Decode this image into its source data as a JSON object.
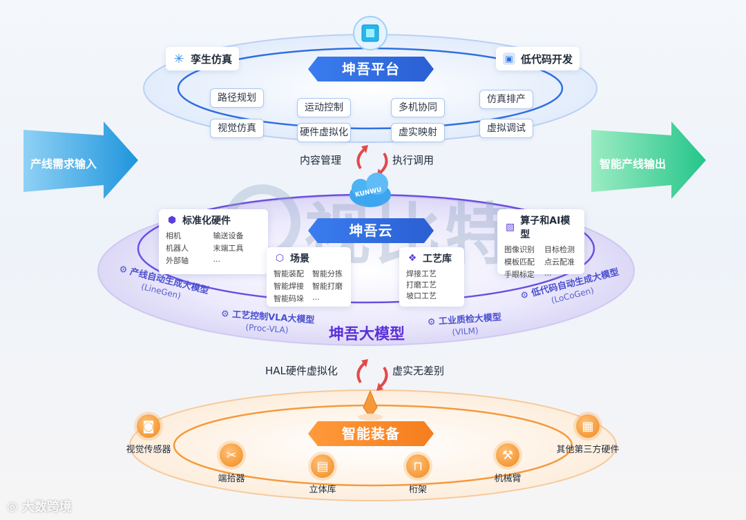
{
  "platform": {
    "title": "坤吾平台",
    "left_tag": "孪生仿真",
    "right_tag": "低代码开发",
    "features": [
      "路径规划",
      "运动控制",
      "多机协同",
      "仿真排产",
      "视觉仿真",
      "硬件虚拟化",
      "虚实映射",
      "虚拟调试"
    ]
  },
  "flow1": {
    "left": "内容管理",
    "right": "执行调用"
  },
  "input_arrow": "产线需求输入",
  "output_arrow": "智能产线输出",
  "cloud": {
    "title": "坤吾云",
    "cloud_logo": "KUNWU",
    "hardware": {
      "title": "标准化硬件",
      "items": [
        "相机",
        "输送设备",
        "机器人",
        "末端工具",
        "外部轴",
        "..."
      ]
    },
    "scene": {
      "title": "场景",
      "items": [
        "智能装配",
        "智能分拣",
        "智能焊接",
        "智能打磨",
        "智能码垛",
        "..."
      ]
    },
    "process": {
      "title": "工艺库",
      "items": [
        "焊接工艺",
        "打磨工艺",
        "坡口工艺"
      ]
    },
    "operators": {
      "title": "算子和AI模型",
      "items": [
        "图像识别",
        "目标检测",
        "模板匹配",
        "点云配准",
        "手眼标定",
        "..."
      ]
    }
  },
  "big_model": {
    "title": "坤吾大模型",
    "models": [
      {
        "name": "产线自动生成大模型",
        "sub": "(LineGen)"
      },
      {
        "name": "工艺控制VLA大模型",
        "sub": "(Proc-VLA)"
      },
      {
        "name": "工业质检大模型",
        "sub": "(VILM)"
      },
      {
        "name": "低代码自动生成大模型",
        "sub": "(LoCoGen)"
      }
    ]
  },
  "watermark": "视比特",
  "flow2": {
    "left": "HAL硬件虚拟化",
    "right": "虚实无差别"
  },
  "equipment": {
    "title": "智能装备",
    "devices": [
      {
        "label": "视觉传感器",
        "icon": "camera-icon"
      },
      {
        "label": "端拾器",
        "icon": "gripper-icon"
      },
      {
        "label": "立体库",
        "icon": "warehouse-icon"
      },
      {
        "label": "桁架",
        "icon": "gantry-icon"
      },
      {
        "label": "机械臂",
        "icon": "robot-arm-icon"
      },
      {
        "label": "其他第三方硬件",
        "icon": "grid-icon"
      }
    ]
  },
  "source": "大数跨境",
  "colors": {
    "blue": "#2f6fe0",
    "orange": "#f08a1d",
    "purple": "#5a3fd8",
    "green": "#2fc79a",
    "red": "#e24a4a"
  }
}
